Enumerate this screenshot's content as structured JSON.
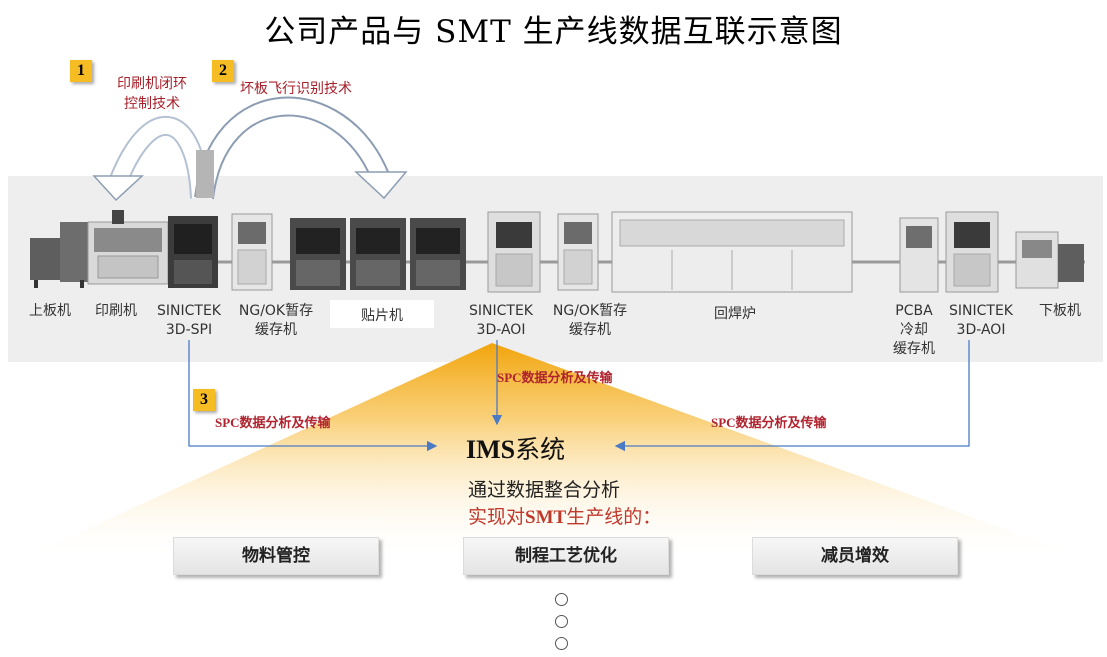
{
  "title": "公司产品与 SMT 生产线数据互联示意图",
  "badges": {
    "b1": {
      "num": "1",
      "text": "印刷机闭环\n控制技术"
    },
    "b2": {
      "num": "2",
      "text": "坏板飞行识别技术"
    },
    "b3": {
      "num": "3"
    }
  },
  "machines": [
    {
      "id": "loader",
      "label": "上板机"
    },
    {
      "id": "printer",
      "label": "印刷机"
    },
    {
      "id": "spi",
      "label": "SINICTEK\n3D-SPI"
    },
    {
      "id": "buffer1",
      "label": "NG/OK暂存\n缓存机"
    },
    {
      "id": "mounter",
      "label": "贴片机"
    },
    {
      "id": "aoi1",
      "label": "SINICTEK\n3D-AOI"
    },
    {
      "id": "buffer2",
      "label": "NG/OK暂存\n缓存机"
    },
    {
      "id": "reflow",
      "label": "回焊炉"
    },
    {
      "id": "cooling",
      "label": "PCBA\n冷却\n缓存机"
    },
    {
      "id": "aoi2",
      "label": "SINICTEK\n3D-AOI"
    },
    {
      "id": "unloader",
      "label": "下板机"
    }
  ],
  "spc": {
    "left": "SPC数据分析及传输",
    "center": "SPC数据分析及传输",
    "right": "SPC数据分析及传输"
  },
  "ims": {
    "title_latin": "IMS",
    "title_cjk": "系统",
    "line1": "通过数据整合分析",
    "line2_pre": "实现对",
    "line2_bold": "SMT",
    "line2_post": "生产线的："
  },
  "boxes": {
    "material": "物料管控",
    "process": "制程工艺优化",
    "staff": "减员增效"
  },
  "colors": {
    "accent_gold": "#f5bc24",
    "red_text": "#a6202a",
    "arrow_blue": "#4a7bc4"
  }
}
